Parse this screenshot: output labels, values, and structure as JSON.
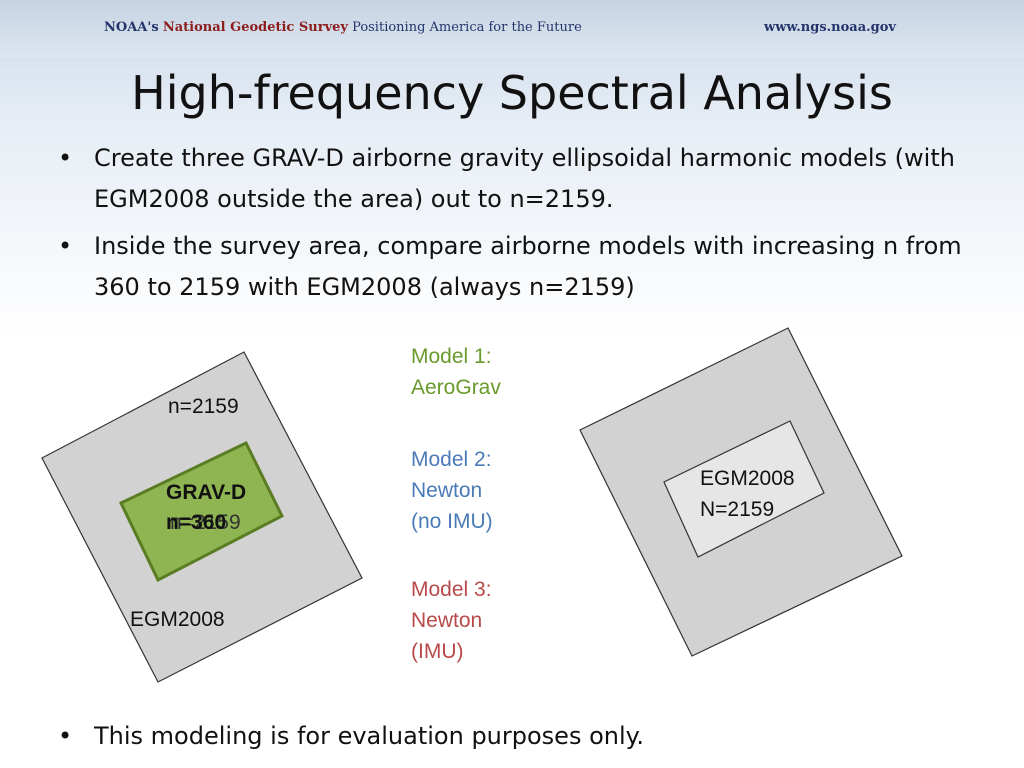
{
  "header": {
    "org_prefix": "NOAA's",
    "org_name": "National Geodetic Survey",
    "tagline": "Positioning America for the Future",
    "website": "www.ngs.noaa.gov"
  },
  "slide": {
    "title": "High-frequency Spectral Analysis",
    "bullets": [
      "Create three GRAV-D airborne gravity ellipsoidal harmonic models (with EGM2008 outside the area) out to n=2159.",
      "Inside the survey area, compare airborne models with increasing n from 360 to 2159  with EGM2008 (always n=2159)"
    ],
    "footer_bullet": "This modeling is for evaluation purposes only."
  },
  "diagram": {
    "left": {
      "outer_label": "n=2159",
      "outer_name": "EGM2008",
      "inner_line1": "GRAV-D",
      "inner_line2_a": "n=360",
      "inner_line2_b": "n=2159"
    },
    "models": [
      {
        "line1": "Model 1:",
        "line2": "AeroGrav",
        "line3": "",
        "color": "#6a9a2c"
      },
      {
        "line1": "Model 2:",
        "line2": "Newton",
        "line3": "(no IMU)",
        "color": "#4a7bb7"
      },
      {
        "line1": "Model 3:",
        "line2": "Newton",
        "line3": "(IMU)",
        "color": "#b84a4a"
      }
    ],
    "right": {
      "inner_line1": "EGM2008",
      "inner_line2": "N=2159"
    }
  },
  "colors": {
    "box_fill": "#d4d4d4",
    "inner_fill": "#e4e4e4",
    "gravd_fill": "#8fb553",
    "gravd_stroke": "#5a7d24"
  }
}
